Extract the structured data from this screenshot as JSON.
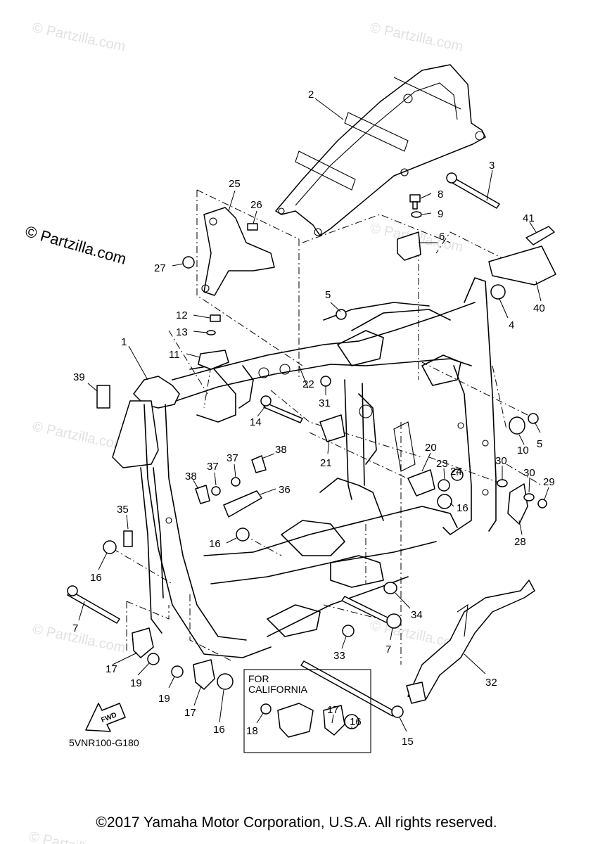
{
  "watermark": "© Partzilla.com",
  "main_watermark": "© Partzilla.com",
  "diagram_code": "5VNR100-G180",
  "copyright": "©2017 Yamaha Motor Corporation, U.S.A. All rights reserved.",
  "inset": {
    "line1": "FOR",
    "line2": "CALIFORNIA"
  },
  "fwd_label": "FWD",
  "callouts": [
    "1",
    "2",
    "3",
    "4",
    "5",
    "5",
    "6",
    "7",
    "7",
    "8",
    "9",
    "10",
    "11",
    "12",
    "13",
    "14",
    "15",
    "16",
    "16",
    "16",
    "16",
    "16",
    "17",
    "17",
    "17",
    "18",
    "19",
    "19",
    "20",
    "21",
    "22",
    "23",
    "24",
    "25",
    "26",
    "27",
    "28",
    "29",
    "30",
    "30",
    "31",
    "32",
    "33",
    "34",
    "35",
    "36",
    "37",
    "37",
    "38",
    "38",
    "39",
    "40",
    "41"
  ]
}
